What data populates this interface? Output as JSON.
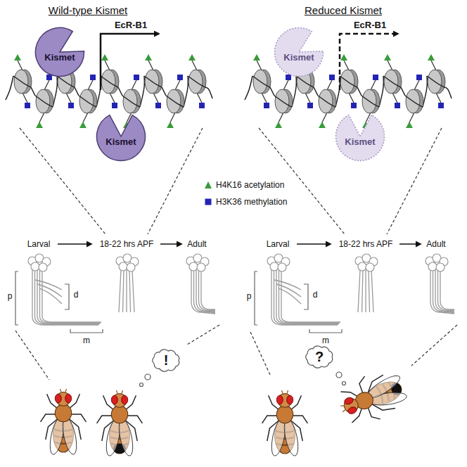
{
  "diagram": {
    "nodes": [
      {
        "text": [
          "Kismet"
        ]
      },
      {
        "text": [
          "Kismet"
        ]
      },
      {
        "text": [
          "Kismet"
        ]
      },
      {
        "text": [
          "Kismet"
        ]
      },
      {
        "text": [
          "!"
        ]
      },
      {
        "text": [
          "?"
        ]
      }
    ],
    "labels": [
      "Wild-type Kismet",
      "Reduced Kismet",
      "EcR-B1",
      "EcR-B1",
      "Larval",
      "18-22 hrs APF",
      "Adult",
      "p",
      "d",
      "m",
      "Larval",
      "18-22 hrs APF",
      "Adult",
      "p",
      "d",
      "m"
    ],
    "legend": [
      {
        "text": "H4K16 acetylation",
        "color": "#3a9b3a"
      },
      {
        "text": "H3K36 methylation",
        "color": "#2424b4"
      }
    ]
  }
}
